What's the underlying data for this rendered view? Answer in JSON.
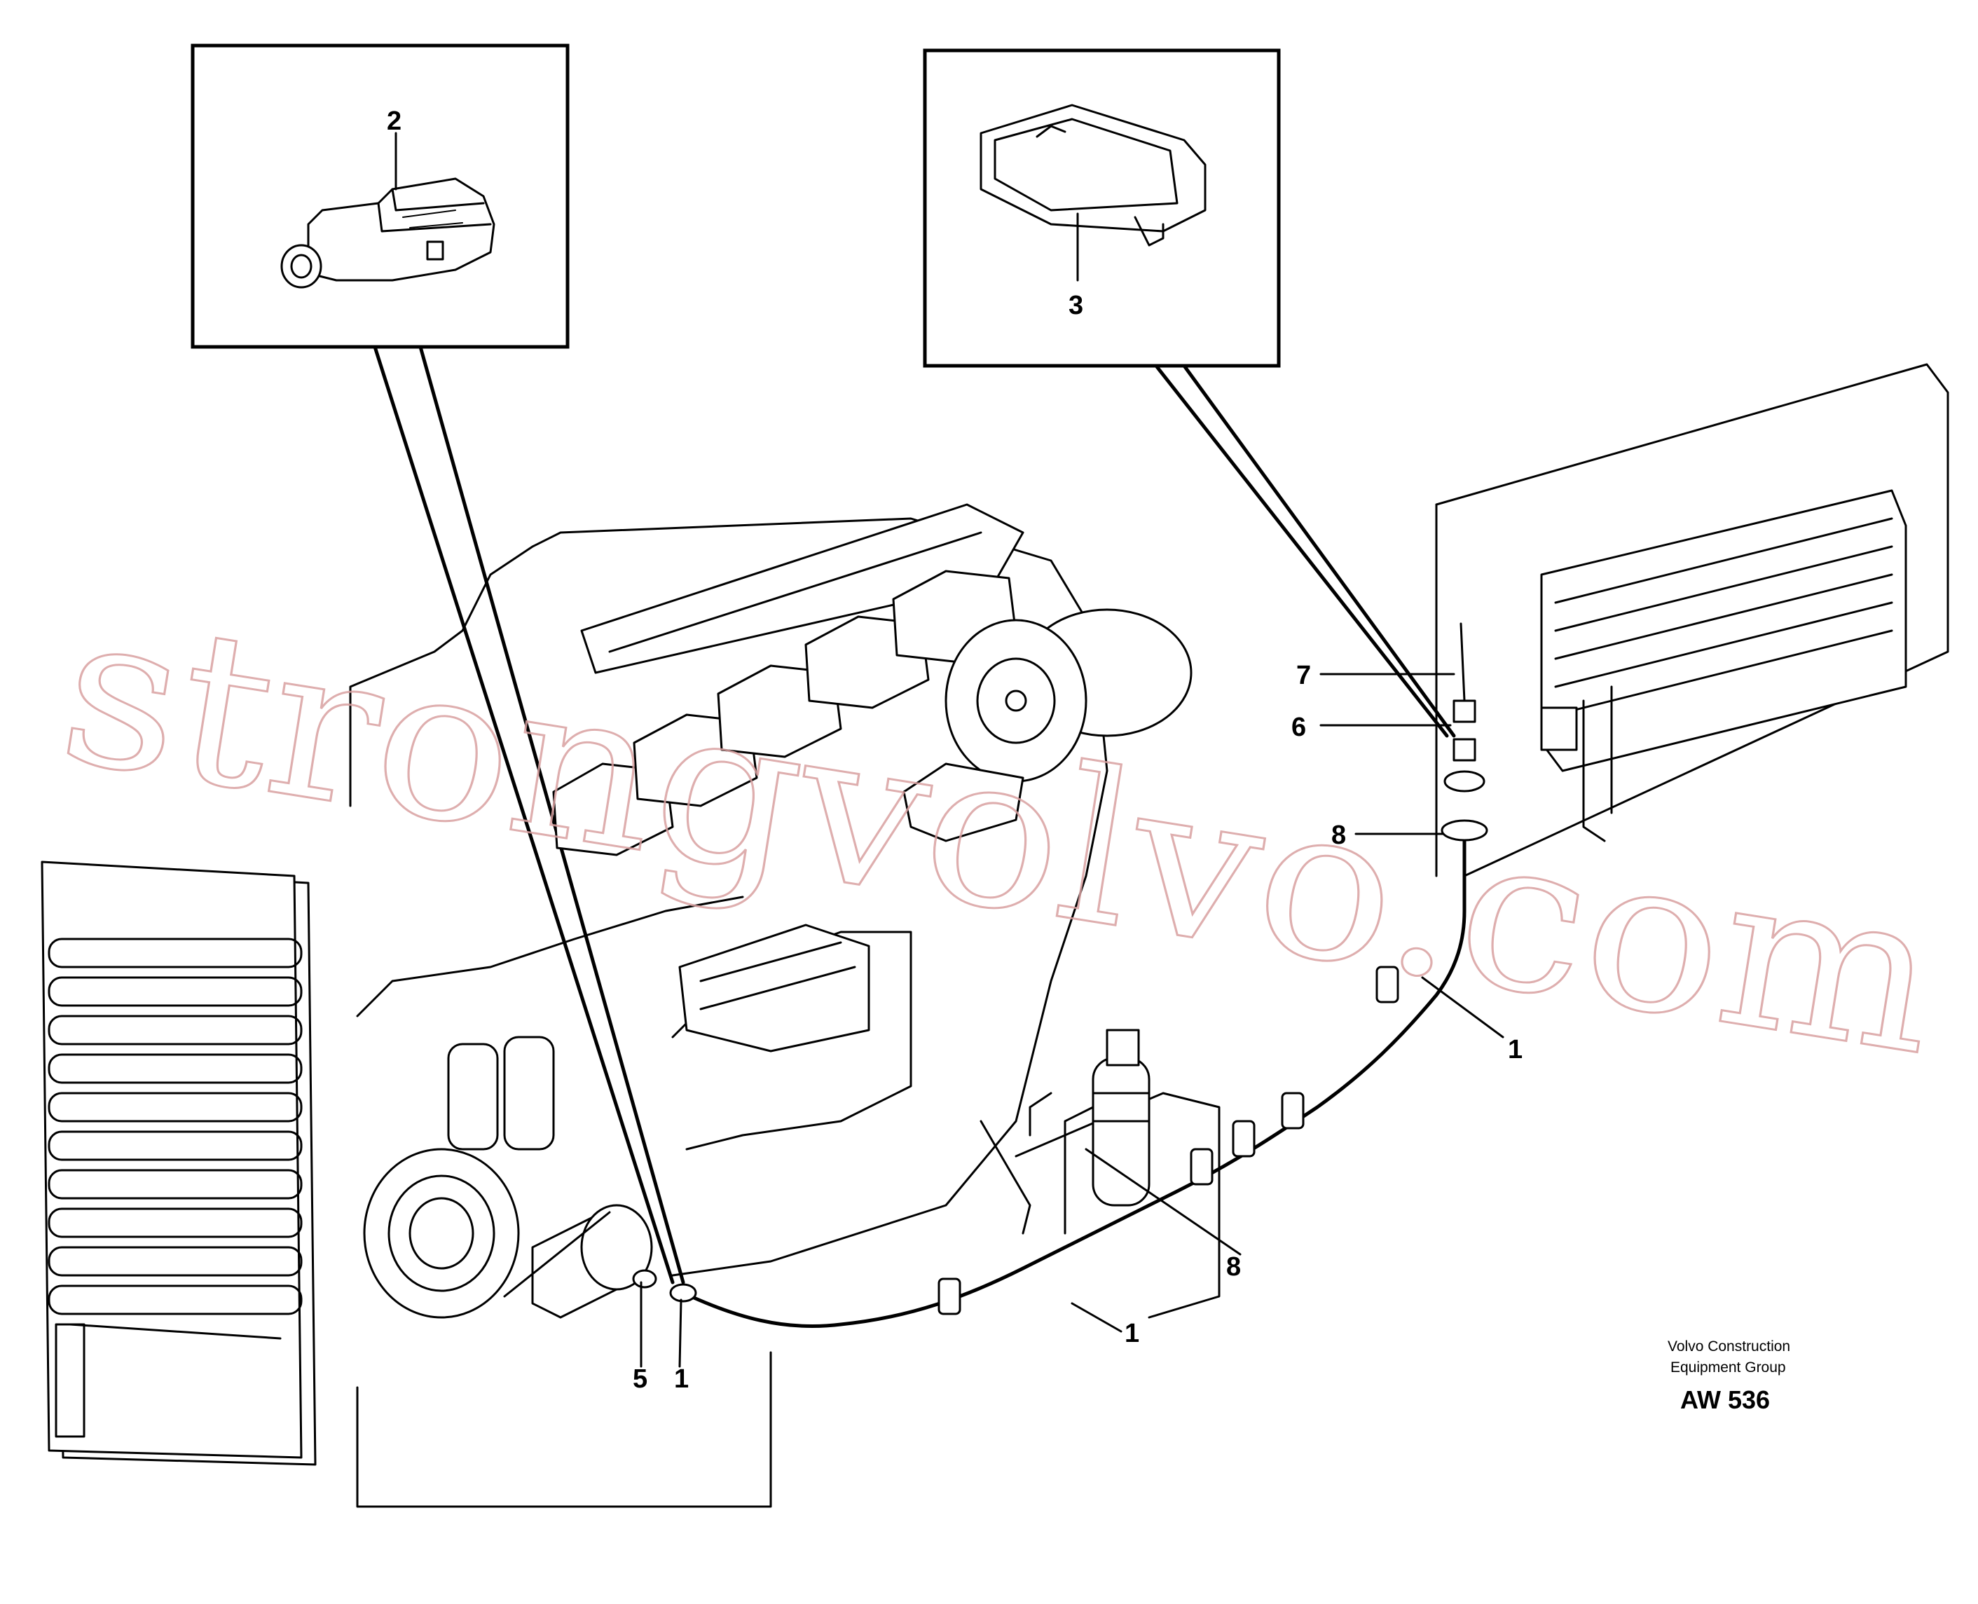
{
  "watermark": "strongvolvo.com",
  "callouts": {
    "c1a": "1",
    "c1b": "1",
    "c1c": "1",
    "c2": "2",
    "c3": "3",
    "c5": "5",
    "c6": "6",
    "c7": "7",
    "c8a": "8",
    "c8b": "8"
  },
  "footer": {
    "line1": "Volvo Construction",
    "line2": "Equipment Group",
    "code": "AW 536"
  }
}
